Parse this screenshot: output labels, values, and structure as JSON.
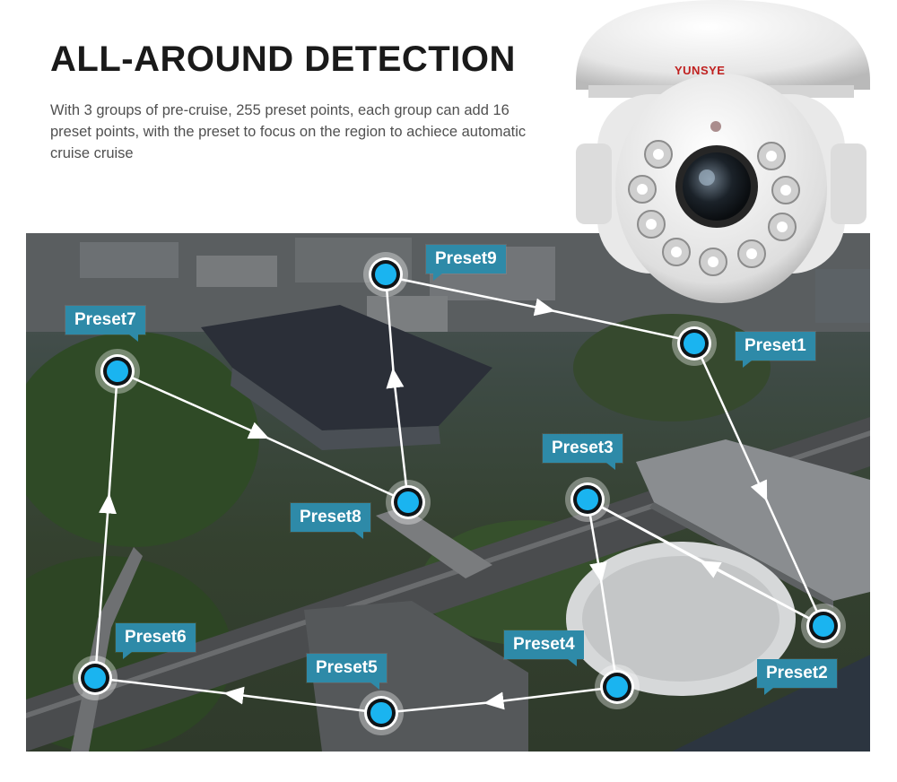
{
  "headline": "ALL-AROUND DETECTION",
  "description": "With 3 groups of pre-cruise, 255 preset points, each group can add 16 preset points, with the preset to focus  on the region to achiece automatic cruise cruise",
  "brand": "YUNSYE",
  "presets": {
    "p1": "Preset1",
    "p2": "Preset2",
    "p3": "Preset3",
    "p4": "Preset4",
    "p5": "Preset5",
    "p6": "Preset6",
    "p7": "Preset7",
    "p8": "Preset8",
    "p9": "Preset9"
  },
  "colors": {
    "tag_background": "#2e8aa8",
    "marker_fill": "#1ab4f0",
    "brand_red": "#c0201f",
    "route_line": "#ffffff"
  }
}
